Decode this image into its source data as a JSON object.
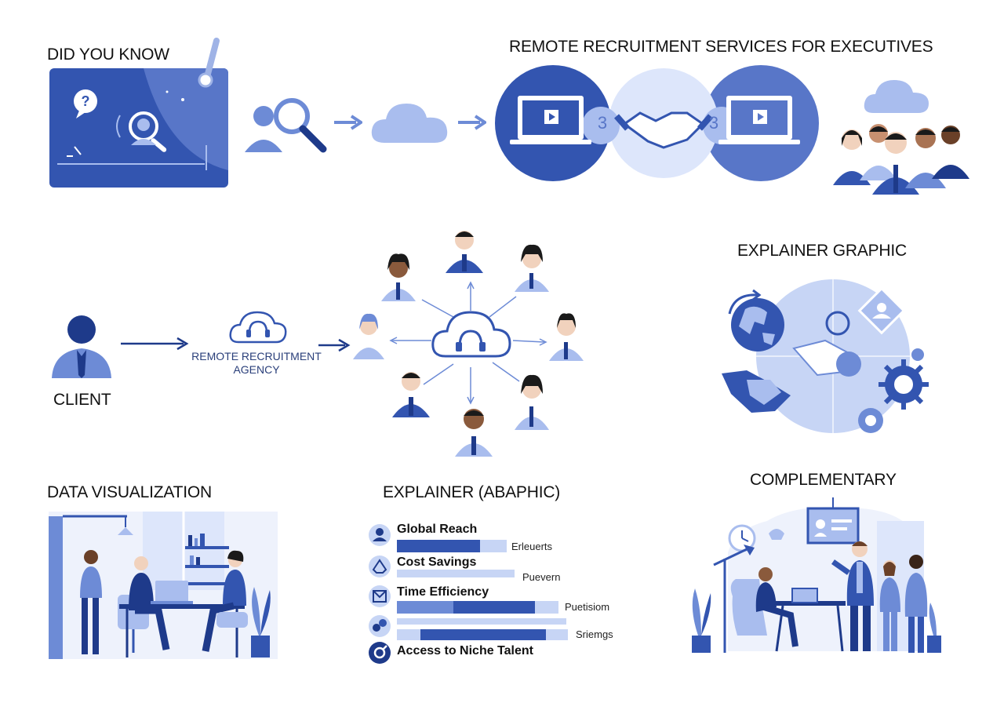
{
  "colors": {
    "navy": "#1e3a8a",
    "blue": "#3b5cb8",
    "mid": "#6d8bd6",
    "light": "#a9bdee",
    "pale": "#dde6fb"
  },
  "section_top_left": {
    "title": "DID YOU KNOW"
  },
  "section_top_right": {
    "title": "REMOTE RECRUITMENT SERVICES FOR EXECUTIVES",
    "step_left": "3",
    "step_right": "3"
  },
  "section_middle_left": {
    "client_label": "CLIENT",
    "agency_label_line1": "REMOTE RECRUITMENT",
    "agency_label_line2": "AGENCY"
  },
  "section_middle_right": {
    "title": "EXPLAINER GRAPHIC"
  },
  "section_bottom_left": {
    "title": "DATA VISUALIZATION"
  },
  "section_bottom_middle": {
    "title": "EXPLAINER (ABAPHIC)",
    "rows": [
      {
        "label": "Global Reach",
        "side": "Erleuerts"
      },
      {
        "label": "Cost Savings",
        "side": "Puevern"
      },
      {
        "label": "Time Efficiency",
        "side": "Puetisiom"
      },
      {
        "label": "",
        "side": "Sriemgs"
      },
      {
        "label": "Access to Niche Talent",
        "side": ""
      }
    ]
  },
  "section_bottom_right": {
    "title": "COMPLEMENTARY"
  }
}
